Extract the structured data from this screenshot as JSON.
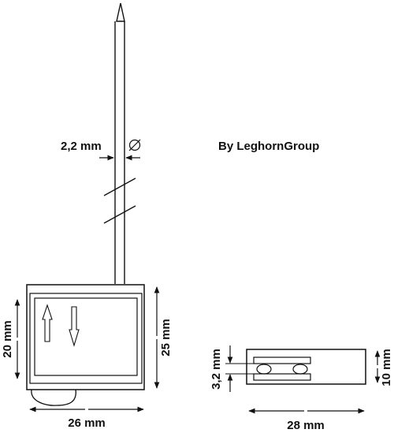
{
  "branding": {
    "text": "By LeghornGroup"
  },
  "dimensions": {
    "wire_diameter": "2,2 mm",
    "diameter_symbol": "⌀",
    "inner_height": "20 mm",
    "outer_height": "25 mm",
    "body_width": "26 mm",
    "side_thickness": "3,2 mm",
    "side_height": "10 mm",
    "side_width": "28 mm"
  },
  "colors": {
    "stroke": "#111111",
    "background": "#ffffff"
  }
}
